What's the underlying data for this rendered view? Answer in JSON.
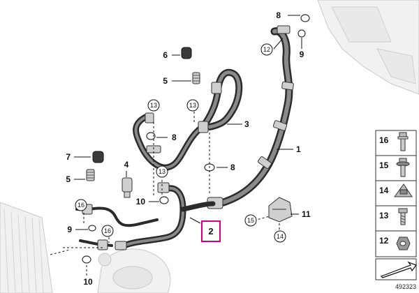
{
  "callouts": {
    "c1": "1",
    "c2": "2",
    "c3": "3",
    "c4": "4",
    "c5a": "5",
    "c5b": "5",
    "c6": "6",
    "c7": "7",
    "c8a": "8",
    "c8b": "8",
    "c8c": "8",
    "c9a": "9",
    "c9b": "9",
    "c10a": "10",
    "c10b": "10",
    "c11": "11"
  },
  "circled": {
    "r12": "12",
    "r13a": "13",
    "r13b": "13",
    "r13c": "13",
    "r15": "15",
    "r14": "14",
    "r16a": "16",
    "r16b": "16"
  },
  "legend": {
    "items": [
      {
        "label": "16",
        "icon": "bolt-flange-icon"
      },
      {
        "label": "15",
        "icon": "bolt-washer-icon"
      },
      {
        "label": "14",
        "icon": "clip-nut-icon"
      },
      {
        "label": "13",
        "icon": "screw-icon"
      },
      {
        "label": "12",
        "icon": "hex-nut-icon"
      }
    ],
    "nav_icon": "arrow-icon"
  },
  "diagram_ref": "492323",
  "highlight_color": "#d4007a"
}
